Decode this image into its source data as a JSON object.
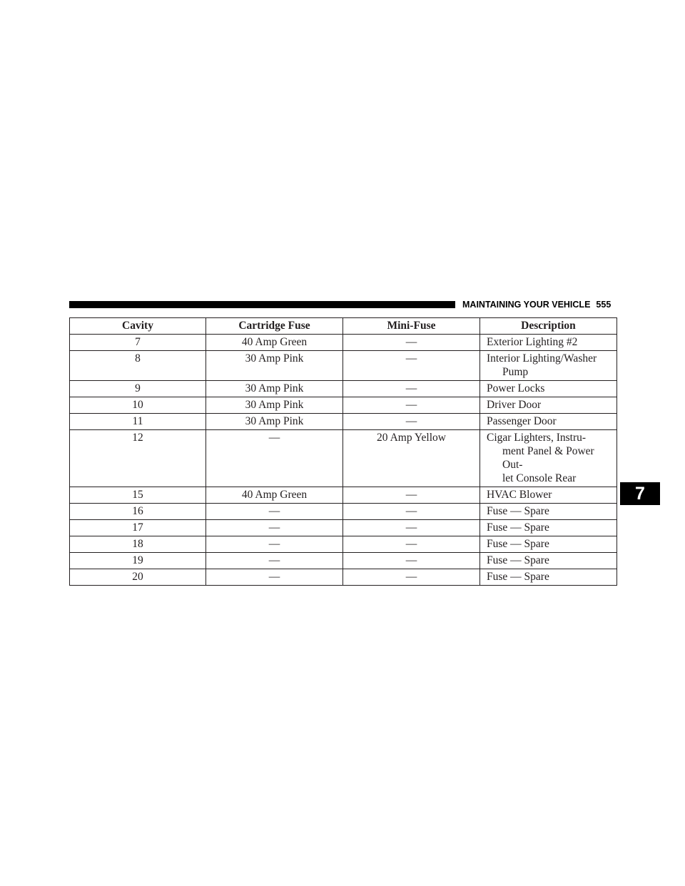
{
  "header": {
    "section_title": "MAINTAINING YOUR VEHICLE",
    "page_number": "555"
  },
  "chapter_tab": "7",
  "table": {
    "columns": [
      "Cavity",
      "Cartridge Fuse",
      "Mini-Fuse",
      "Description"
    ],
    "rows": [
      {
        "cavity": "7",
        "cartridge": "40 Amp Green",
        "mini": "—",
        "desc": [
          "Exterior Lighting #2"
        ]
      },
      {
        "cavity": "8",
        "cartridge": "30 Amp Pink",
        "mini": "—",
        "desc": [
          "Interior Lighting/Washer",
          "Pump"
        ]
      },
      {
        "cavity": "9",
        "cartridge": "30 Amp Pink",
        "mini": "—",
        "desc": [
          "Power Locks"
        ]
      },
      {
        "cavity": "10",
        "cartridge": "30 Amp Pink",
        "mini": "—",
        "desc": [
          "Driver Door"
        ]
      },
      {
        "cavity": "11",
        "cartridge": "30 Amp Pink",
        "mini": "—",
        "desc": [
          "Passenger Door"
        ]
      },
      {
        "cavity": "12",
        "cartridge": "—",
        "mini": "20 Amp Yellow",
        "desc": [
          "Cigar Lighters, Instru-",
          "ment Panel & Power Out-",
          "let Console Rear"
        ]
      },
      {
        "cavity": "15",
        "cartridge": "40 Amp Green",
        "mini": "—",
        "desc": [
          "HVAC Blower"
        ]
      },
      {
        "cavity": "16",
        "cartridge": "—",
        "mini": "—",
        "desc": [
          "Fuse — Spare"
        ]
      },
      {
        "cavity": "17",
        "cartridge": "—",
        "mini": "—",
        "desc": [
          "Fuse — Spare"
        ]
      },
      {
        "cavity": "18",
        "cartridge": "—",
        "mini": "—",
        "desc": [
          "Fuse — Spare"
        ]
      },
      {
        "cavity": "19",
        "cartridge": "—",
        "mini": "—",
        "desc": [
          "Fuse — Spare"
        ]
      },
      {
        "cavity": "20",
        "cartridge": "—",
        "mini": "—",
        "desc": [
          "Fuse — Spare"
        ]
      }
    ]
  }
}
